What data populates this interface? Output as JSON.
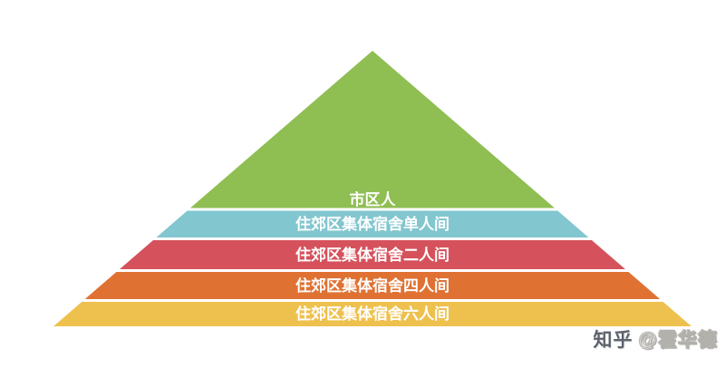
{
  "canvas": {
    "background": "#ffffff"
  },
  "pyramid": {
    "type": "pyramid",
    "label_color": "#ffffff",
    "layers": [
      {
        "label": "市区人",
        "color": "#8FBE53"
      },
      {
        "label": "住郊区集体宿舍单人间",
        "color": "#82C6CF"
      },
      {
        "label": "住郊区集体宿舍二人间",
        "color": "#D5525C"
      },
      {
        "label": "住郊区集体宿舍四人间",
        "color": "#DF7233"
      },
      {
        "label": "住郊区集体宿舍六人间",
        "color": "#EEC14F"
      }
    ]
  },
  "watermark": {
    "platform": "知乎",
    "handle": "@霍华德",
    "color": "#9b9b9b"
  }
}
